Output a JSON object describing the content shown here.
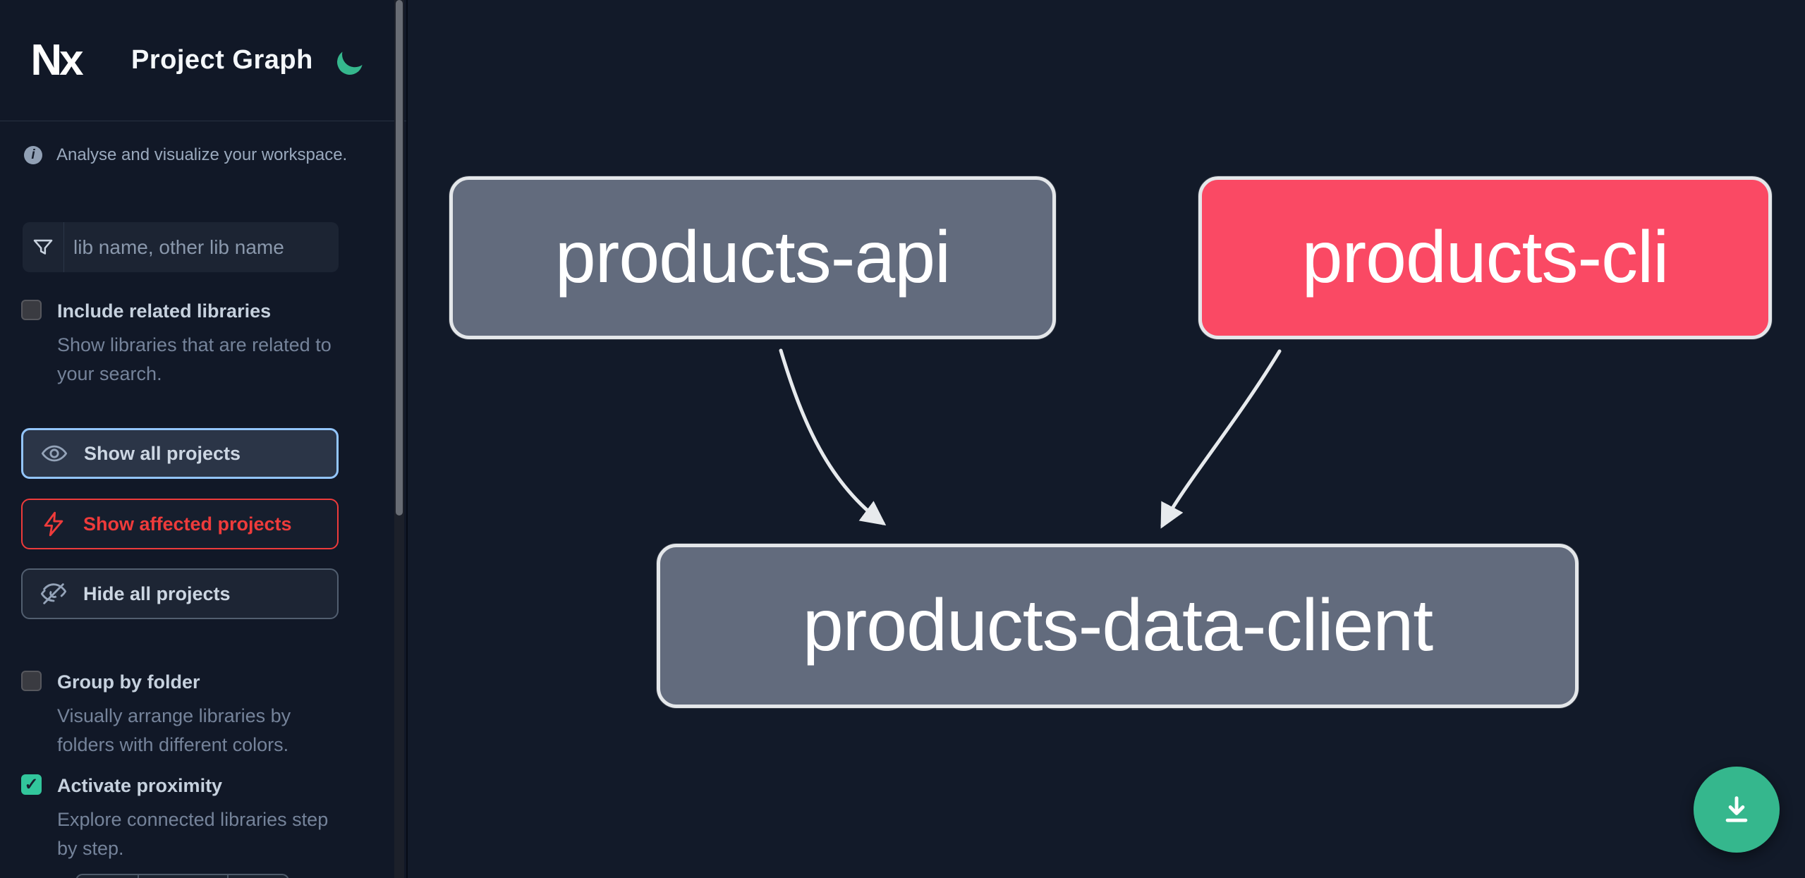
{
  "header": {
    "logo_text": "Nx",
    "title": "Project Graph",
    "theme_toggle": "moon-icon"
  },
  "sidebar": {
    "tagline": "Analyse and visualize your workspace.",
    "search": {
      "placeholder": "lib name, other lib name",
      "icon": "filter-funnel-icon"
    },
    "toggles": [
      {
        "label": "Include related libraries",
        "description": "Show libraries that are related to your search.",
        "checked": false
      },
      {
        "label": "Group by folder",
        "description": "Visually arrange libraries by folders with different colors.",
        "checked": false
      },
      {
        "label": "Activate proximity",
        "description": "Explore connected libraries step by step.",
        "checked": true
      }
    ],
    "check_glyph": "✓",
    "buttons": [
      {
        "label": "Show all projects",
        "icon": "eye-icon",
        "state": "focused"
      },
      {
        "label": "Show affected projects",
        "icon": "bolt-icon",
        "state": "danger"
      },
      {
        "label": "Hide all projects",
        "icon": "eye-off-icon",
        "state": "default"
      }
    ]
  },
  "graph": {
    "nodes": [
      {
        "id": "products-api",
        "color": "#626b7d",
        "status": "normal"
      },
      {
        "id": "products-cli",
        "color": "#fa4964",
        "status": "affected"
      },
      {
        "id": "products-data-client",
        "color": "#626b7d",
        "status": "normal"
      }
    ],
    "edges": [
      {
        "from": "products-api",
        "to": "products-data-client"
      },
      {
        "from": "products-cli",
        "to": "products-data-client"
      }
    ],
    "edge_color": "#e7eaed"
  },
  "fab": {
    "icon": "download-icon",
    "color": "#35b78d"
  },
  "colors": {
    "background": "#121a29",
    "sidebar_background": "#111827",
    "accent_green": "#35b78d",
    "focus_blue": "#93c5fd",
    "danger_red": "#ee3b3b",
    "node_gray": "#626b7d",
    "node_affected": "#fa4964",
    "checkbox_checked": "#32c69c"
  }
}
